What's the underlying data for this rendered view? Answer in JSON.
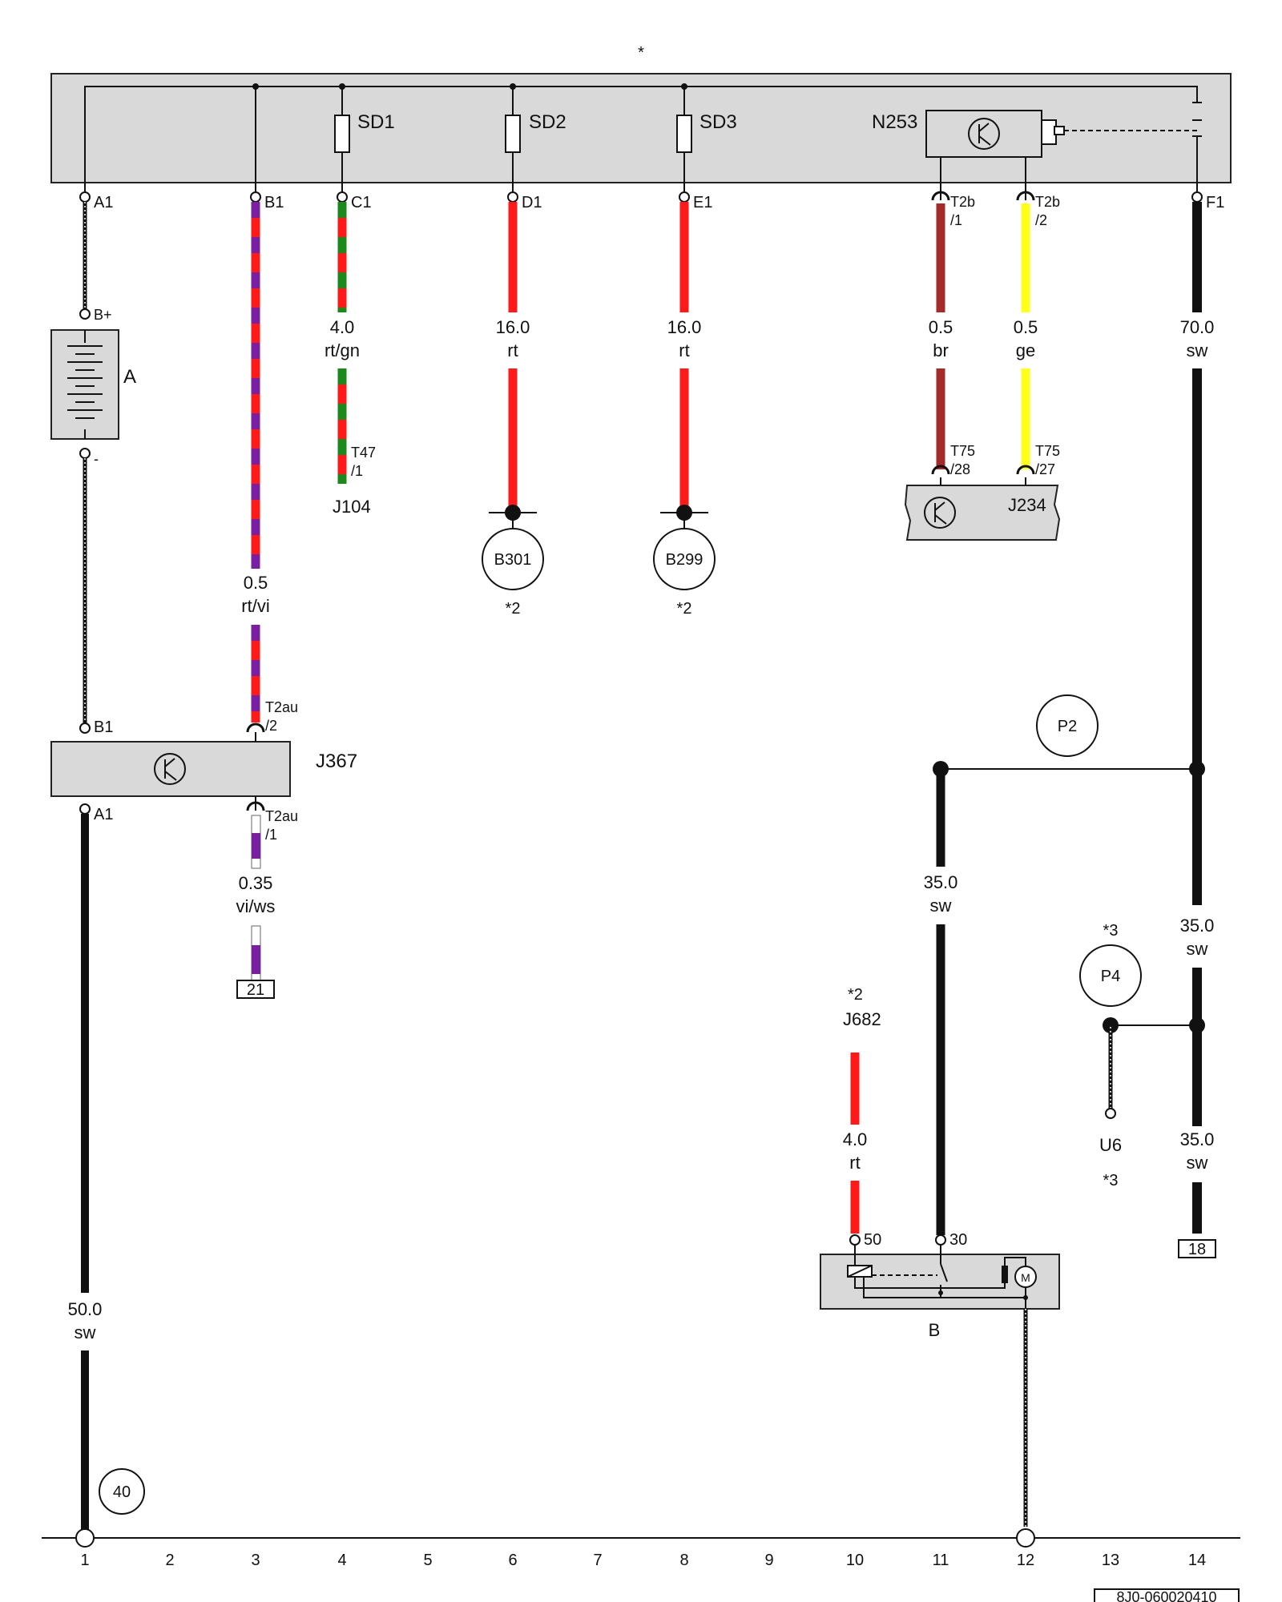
{
  "top_marker": "*",
  "code": "8J0-060020410",
  "columns": [
    "1",
    "2",
    "3",
    "4",
    "5",
    "6",
    "7",
    "8",
    "9",
    "10",
    "11",
    "12",
    "13",
    "14"
  ],
  "top_module": {
    "fuses": [
      "SD1",
      "SD2",
      "SD3"
    ],
    "sensor": "N253",
    "pins": [
      "A1",
      "B1",
      "C1",
      "D1",
      "E1",
      "F1"
    ],
    "pin_t2b_1": [
      "T2b",
      "/1"
    ],
    "pin_t2b_2": [
      "T2b",
      "/2"
    ]
  },
  "battery": {
    "label": "A",
    "plus": "B+",
    "minus": "-"
  },
  "wires": {
    "c1": [
      "4.0",
      "rt/gn"
    ],
    "b1": [
      "0.5",
      "rt/vi"
    ],
    "d1": [
      "16.0",
      "rt"
    ],
    "e1": [
      "16.0",
      "rt"
    ],
    "br": [
      "0.5",
      "br"
    ],
    "ge": [
      "0.5",
      "ge"
    ],
    "f1": [
      "70.0",
      "sw"
    ],
    "a1": [
      "50.0",
      "sw"
    ],
    "t2au": [
      "0.35",
      "vi/ws"
    ],
    "p2": [
      "35.0",
      "sw"
    ],
    "f1b": [
      "35.0",
      "sw"
    ],
    "f1c": [
      "35.0",
      "sw"
    ],
    "j682": [
      "4.0",
      "rt"
    ]
  },
  "connectors": {
    "t47": [
      "T47",
      "/1"
    ],
    "t75_28": [
      "T75",
      "/28"
    ],
    "t75_27": [
      "T75",
      "/27"
    ],
    "t2au_2": [
      "T2au",
      "/2"
    ],
    "t2au_1": [
      "T2au",
      "/1"
    ]
  },
  "components": {
    "j104": "J104",
    "j234": "J234",
    "j367": "J367",
    "j682": "J682",
    "j682_note": "*2",
    "b": "B",
    "u6": "U6",
    "u6_note": "*3",
    "p4_note": "*3"
  },
  "j367_pins": {
    "top": "B1",
    "bottom": "A1"
  },
  "starter_pins": {
    "p50": "50",
    "p30": "30"
  },
  "grounds": {
    "b301": "B301",
    "b301_note": "*2",
    "b299": "B299",
    "b299_note": "*2",
    "g40": "40",
    "p2": "P2",
    "p4": "P4"
  },
  "refs": {
    "r21": "21",
    "r18": "18"
  },
  "colors": {
    "rt": "#ff1a1a",
    "gn": "#1a8a1a",
    "vi": "#7a1fa2",
    "br": "#a52a2a",
    "ge": "#ffff1a",
    "sw": "#111111",
    "ws": "#ffffff",
    "module": "#d9d9d9"
  }
}
